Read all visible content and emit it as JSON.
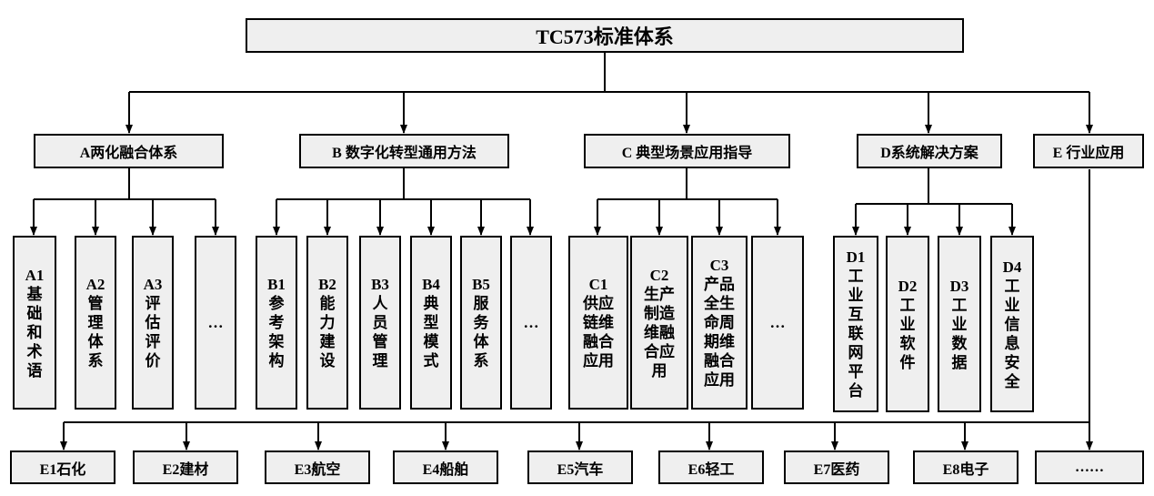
{
  "root": "TC573标准体系",
  "categories": {
    "A": "A两化融合体系",
    "B": "B 数字化转型通用方法",
    "C": "C 典型场景应用指导",
    "D": "D系统解决方案",
    "E": "E 行业应用"
  },
  "leaves": {
    "A1": {
      "code": "A1",
      "text": "基础和术语"
    },
    "A2": {
      "code": "A2",
      "text": "管理体系"
    },
    "A3": {
      "code": "A3",
      "text": "评估评价"
    },
    "A_more": {
      "code": "",
      "text": "…"
    },
    "B1": {
      "code": "B1",
      "text": "参考架构"
    },
    "B2": {
      "code": "B2",
      "text": "能力建设"
    },
    "B3": {
      "code": "B3",
      "text": "人员管理"
    },
    "B4": {
      "code": "B4",
      "text": "典型模式"
    },
    "B5": {
      "code": "B5",
      "text": "服务体系"
    },
    "B_more": {
      "code": "",
      "text": "…"
    },
    "C1": {
      "code": "C1",
      "text": "供应链维融合应用"
    },
    "C2": {
      "code": "C2",
      "text": "生产制造维融合应用"
    },
    "C3": {
      "code": "C3",
      "text": "产品全生命周期维融合应用"
    },
    "C_more": {
      "code": "",
      "text": "…"
    },
    "D1": {
      "code": "D1",
      "text": "工业互联网平台"
    },
    "D2": {
      "code": "D2",
      "text": "工业软件"
    },
    "D3": {
      "code": "D3",
      "text": "工业数据"
    },
    "D4": {
      "code": "D4",
      "text": "工业信息安全"
    }
  },
  "industries": [
    "E1石化",
    "E2建材",
    "E3航空",
    "E4船舶",
    "E5汽车",
    "E6轻工",
    "E7医药",
    "E8电子",
    "……"
  ]
}
